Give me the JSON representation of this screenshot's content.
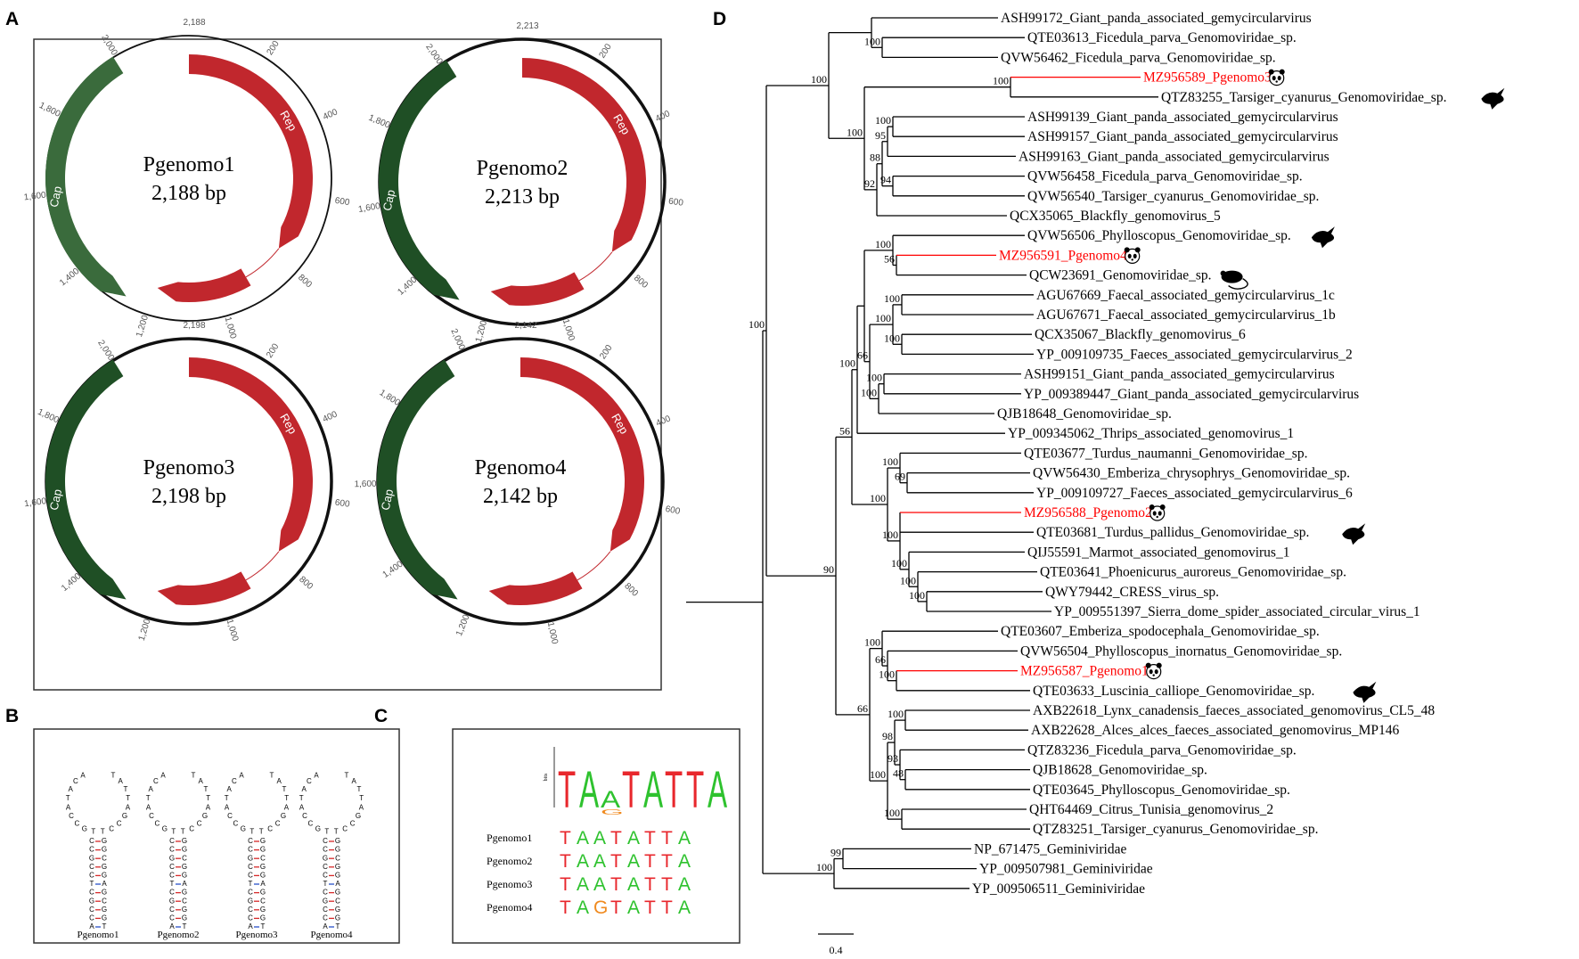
{
  "panels": {
    "a": "A",
    "b": "B",
    "c": "C",
    "d": "D"
  },
  "colors": {
    "rep": "#c1272d",
    "cap": "#1f4f25",
    "cap_light": "#3a6b3c",
    "highlight": "#ff0000",
    "motif_T": "#e8272c",
    "motif_A": "#2ec22e",
    "motif_G": "#f08a1e"
  },
  "genomes": [
    {
      "name": "Pgenomo1",
      "size": "2,188 bp",
      "length": 2188,
      "top_label": "2,188",
      "ticks": [
        "200",
        "400",
        "600",
        "800",
        "1,000",
        "1,200",
        "1,400",
        "1,600",
        "1,800",
        "2,000"
      ],
      "rep_label": "Rep",
      "cap_label": "Cap"
    },
    {
      "name": "Pgenomo2",
      "size": "2,213 bp",
      "length": 2213,
      "top_label": "2,213",
      "ticks": [
        "200",
        "400",
        "600",
        "800",
        "1,000",
        "1,200",
        "1,400",
        "1,600",
        "1,800",
        "2,000"
      ],
      "rep_label": "Rep",
      "cap_label": "Cap"
    },
    {
      "name": "Pgenomo3",
      "size": "2,198 bp",
      "length": 2198,
      "top_label": "2,198",
      "ticks": [
        "200",
        "400",
        "600",
        "800",
        "1,000",
        "1,200",
        "1,400",
        "1,600",
        "1,800",
        "2,000"
      ],
      "rep_label": "Rep",
      "cap_label": "Cap"
    },
    {
      "name": "Pgenomo4",
      "size": "2,142 bp",
      "length": 2142,
      "top_label": "2,142",
      "ticks": [
        "200",
        "400",
        "600",
        "800",
        "1,000",
        "1,200",
        "1,400",
        "1,600",
        "1,800",
        "2,000"
      ],
      "rep_label": "Rep",
      "cap_label": "Cap"
    }
  ],
  "hairpins": [
    {
      "name": "Pgenomo1",
      "loop": "T-A-T-T-A"
    },
    {
      "name": "Pgenomo2",
      "loop": "T-A-T-T-A"
    },
    {
      "name": "Pgenomo3",
      "loop": "T-A-T-T-A"
    },
    {
      "name": "Pgenomo4",
      "loop": "T-A-T-T-A"
    }
  ],
  "motif": {
    "logo": "TAATATTA",
    "axis_label": "bits",
    "rows": [
      {
        "name": "Pgenomo1",
        "seq": "TAATATTA"
      },
      {
        "name": "Pgenomo2",
        "seq": "TAATATTA"
      },
      {
        "name": "Pgenomo3",
        "seq": "TAATATTA"
      },
      {
        "name": "Pgenomo4",
        "seq": "TAGTATTA"
      }
    ]
  },
  "tree": {
    "scale_label": "0.4",
    "leaves": [
      {
        "name": "ASH99172_Giant_panda_associated_gemycircularvirus"
      },
      {
        "name": "QTE03613_Ficedula_parva_Genomoviridae_sp."
      },
      {
        "name": "QVW56462_Ficedula_parva_Genomoviridae_sp."
      },
      {
        "name": "MZ956589_Pgenomo3",
        "highlight": true,
        "icon": "panda"
      },
      {
        "name": "QTZ83255_Tarsiger_cyanurus_Genomoviridae_sp.",
        "icon": "bird"
      },
      {
        "name": "ASH99139_Giant_panda_associated_gemycircularvirus"
      },
      {
        "name": "ASH99157_Giant_panda_associated_gemycircularvirus"
      },
      {
        "name": "ASH99163_Giant_panda_associated_gemycircularvirus"
      },
      {
        "name": "QVW56458_Ficedula_parva_Genomoviridae_sp."
      },
      {
        "name": "QVW56540_Tarsiger_cyanurus_Genomoviridae_sp."
      },
      {
        "name": "QCX35065_Blackfly_genomovirus_5"
      },
      {
        "name": "QVW56506_Phylloscopus_Genomoviridae_sp.",
        "icon": "bird"
      },
      {
        "name": "MZ956591_Pgenomo4",
        "highlight": true,
        "icon": "panda"
      },
      {
        "name": "QCW23691_Genomoviridae_sp.",
        "icon": "mouse"
      },
      {
        "name": "AGU67669_Faecal_associated_gemycircularvirus_1c"
      },
      {
        "name": "AGU67671_Faecal_associated_gemycircularvirus_1b"
      },
      {
        "name": "QCX35067_Blackfly_genomovirus_6"
      },
      {
        "name": "YP_009109735_Faeces_associated_gemycircularvirus_2"
      },
      {
        "name": "ASH99151_Giant_panda_associated_gemycircularvirus"
      },
      {
        "name": "YP_009389447_Giant_panda_associated_gemycircularvirus"
      },
      {
        "name": "QJB18648_Genomoviridae_sp."
      },
      {
        "name": "YP_009345062_Thrips_associated_genomovirus_1"
      },
      {
        "name": "QTE03677_Turdus_naumanni_Genomoviridae_sp."
      },
      {
        "name": "QVW56430_Emberiza_chrysophrys_Genomoviridae_sp."
      },
      {
        "name": "YP_009109727_Faeces_associated_gemycircularvirus_6"
      },
      {
        "name": "MZ956588_Pgenomo2",
        "highlight": true,
        "icon": "panda"
      },
      {
        "name": "QTE03681_Turdus_pallidus_Genomoviridae_sp.",
        "icon": "bird"
      },
      {
        "name": "QIJ55591_Marmot_associated_genomovirus_1"
      },
      {
        "name": "QTE03641_Phoenicurus_auroreus_Genomoviridae_sp."
      },
      {
        "name": "QWY79442_CRESS_virus_sp."
      },
      {
        "name": "YP_009551397_Sierra_dome_spider_associated_circular_virus_1"
      },
      {
        "name": "QTE03607_Emberiza_spodocephala_Genomoviridae_sp."
      },
      {
        "name": "QVW56504_Phylloscopus_inornatus_Genomoviridae_sp."
      },
      {
        "name": "MZ956587_Pgenomo1",
        "highlight": true,
        "icon": "panda"
      },
      {
        "name": "QTE03633_Luscinia_calliope_Genomoviridae_sp.",
        "icon": "bird"
      },
      {
        "name": "AXB22618_Lynx_canadensis_faeces_associated_genomovirus_CL5_48"
      },
      {
        "name": "AXB22628_Alces_alces_faeces_associated_genomovirus_MP146"
      },
      {
        "name": "QTZ83236_Ficedula_parva_Genomoviridae_sp."
      },
      {
        "name": "QJB18628_Genomoviridae_sp."
      },
      {
        "name": "QTE03645_Phylloscopus_Genomoviridae_sp."
      },
      {
        "name": "QHT64469_Citrus_Tunisia_genomovirus_2"
      },
      {
        "name": "QTZ83251_Tarsiger_cyanurus_Genomoviridae_sp."
      },
      {
        "name": "NP_671475_Geminiviridae"
      },
      {
        "name": "YP_009507981_Geminiviridae"
      },
      {
        "name": "YP_009506511_Geminiviridae"
      }
    ],
    "bootstrap": [
      "100",
      "100",
      "100",
      "100",
      "92",
      "100",
      "100",
      "95",
      "88",
      "94",
      "100",
      "100",
      "56",
      "100",
      "100",
      "100",
      "100",
      "66",
      "100",
      "100",
      "100",
      "100",
      "56",
      "100",
      "69",
      "100",
      "100",
      "100",
      "100",
      "100",
      "90",
      "66",
      "100",
      "100",
      "100",
      "66",
      "98",
      "93",
      "48",
      "100",
      "100",
      "99",
      "100"
    ]
  }
}
